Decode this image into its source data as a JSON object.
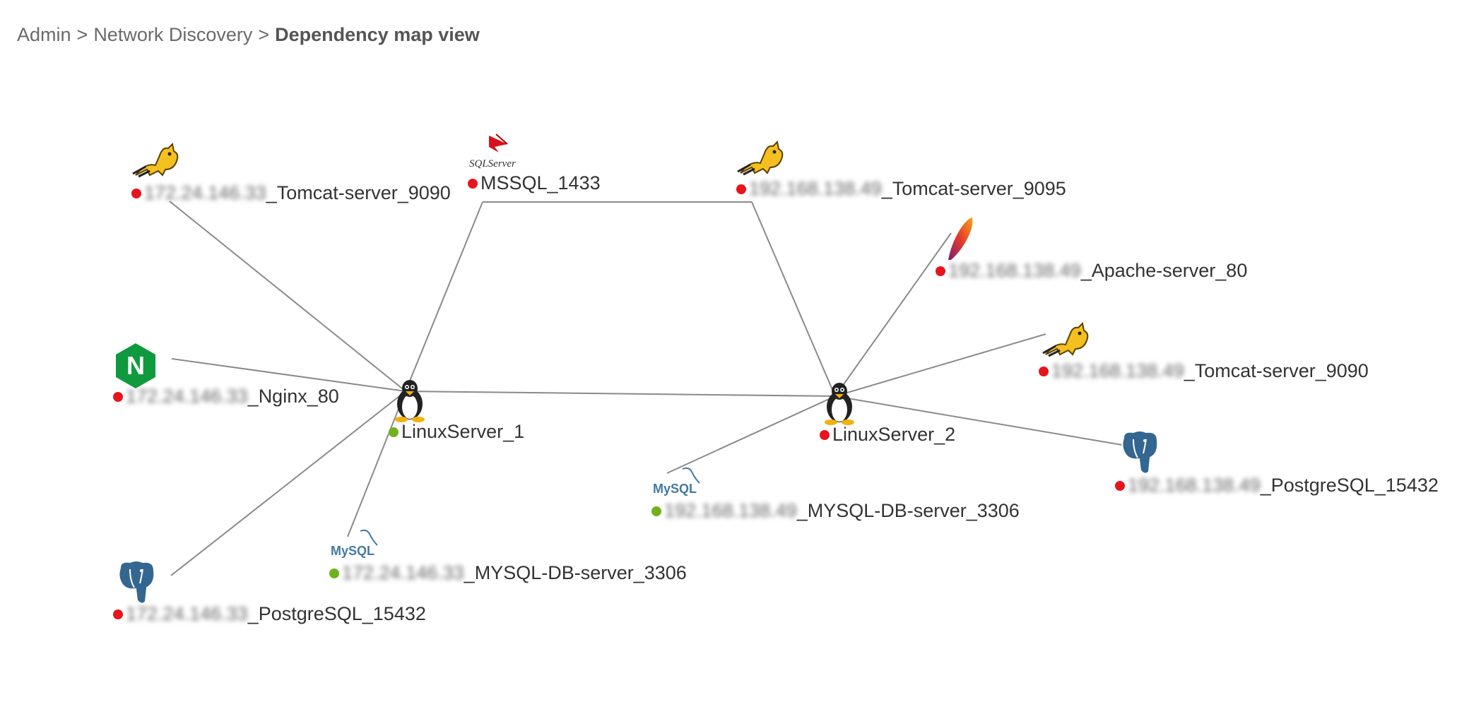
{
  "breadcrumb": {
    "items": [
      "Admin",
      "Network Discovery"
    ],
    "separator": ">",
    "current": "Dependency map view"
  },
  "status_colors": {
    "down": "#e8141c",
    "up": "#6fb21b"
  },
  "nodes": {
    "tomcat_a": {
      "icon": "tomcat-icon",
      "status": "down",
      "ip": "172.24.146.33",
      "suffix": "_Tomcat-server_9090"
    },
    "mssql": {
      "icon": "sqlserver-icon",
      "status": "down",
      "ip": "",
      "suffix": "MSSQL_1433"
    },
    "tomcat_b": {
      "icon": "tomcat-icon",
      "status": "down",
      "ip": "192.168.138.49",
      "suffix": "_Tomcat-server_9095"
    },
    "apache": {
      "icon": "apache-icon",
      "status": "down",
      "ip": "192.168.138.49",
      "suffix": "_Apache-server_80"
    },
    "nginx": {
      "icon": "nginx-icon",
      "status": "down",
      "ip": "172.24.146.33",
      "suffix": "_Nginx_80"
    },
    "linux1": {
      "icon": "linux-icon",
      "status": "up",
      "ip": "",
      "suffix": "LinuxServer_1"
    },
    "linux2": {
      "icon": "linux-icon",
      "status": "down",
      "ip": "",
      "suffix": "LinuxServer_2"
    },
    "tomcat_c": {
      "icon": "tomcat-icon",
      "status": "down",
      "ip": "192.168.138.49",
      "suffix": "_Tomcat-server_9090"
    },
    "postgres_b": {
      "icon": "postgresql-icon",
      "status": "down",
      "ip": "192.168.138.49",
      "suffix": "_PostgreSQL_15432"
    },
    "mysql_b": {
      "icon": "mysql-icon",
      "status": "up",
      "ip": "192.168.138.49",
      "suffix": "_MYSQL-DB-server_3306"
    },
    "mysql_a": {
      "icon": "mysql-icon",
      "status": "up",
      "ip": "172.24.146.33",
      "suffix": "_MYSQL-DB-server_3306"
    },
    "postgres_a": {
      "icon": "postgresql-icon",
      "status": "down",
      "ip": "172.24.146.33",
      "suffix": "_PostgreSQL_15432"
    }
  },
  "edges": [
    [
      "linux1",
      "tomcat_a"
    ],
    [
      "linux1",
      "nginx"
    ],
    [
      "linux1",
      "postgres_a"
    ],
    [
      "linux1",
      "mysql_a"
    ],
    [
      "linux1",
      "mssql"
    ],
    [
      "linux1",
      "linux2"
    ],
    [
      "mssql",
      "tomcat_b"
    ],
    [
      "tomcat_b",
      "linux2"
    ],
    [
      "linux2",
      "apache"
    ],
    [
      "linux2",
      "tomcat_c"
    ],
    [
      "linux2",
      "postgres_b"
    ],
    [
      "linux2",
      "mysql_b"
    ]
  ],
  "icon_text": {
    "sqlserver": "SQLServer",
    "mysql": "MySQL",
    "nginx": "N"
  }
}
